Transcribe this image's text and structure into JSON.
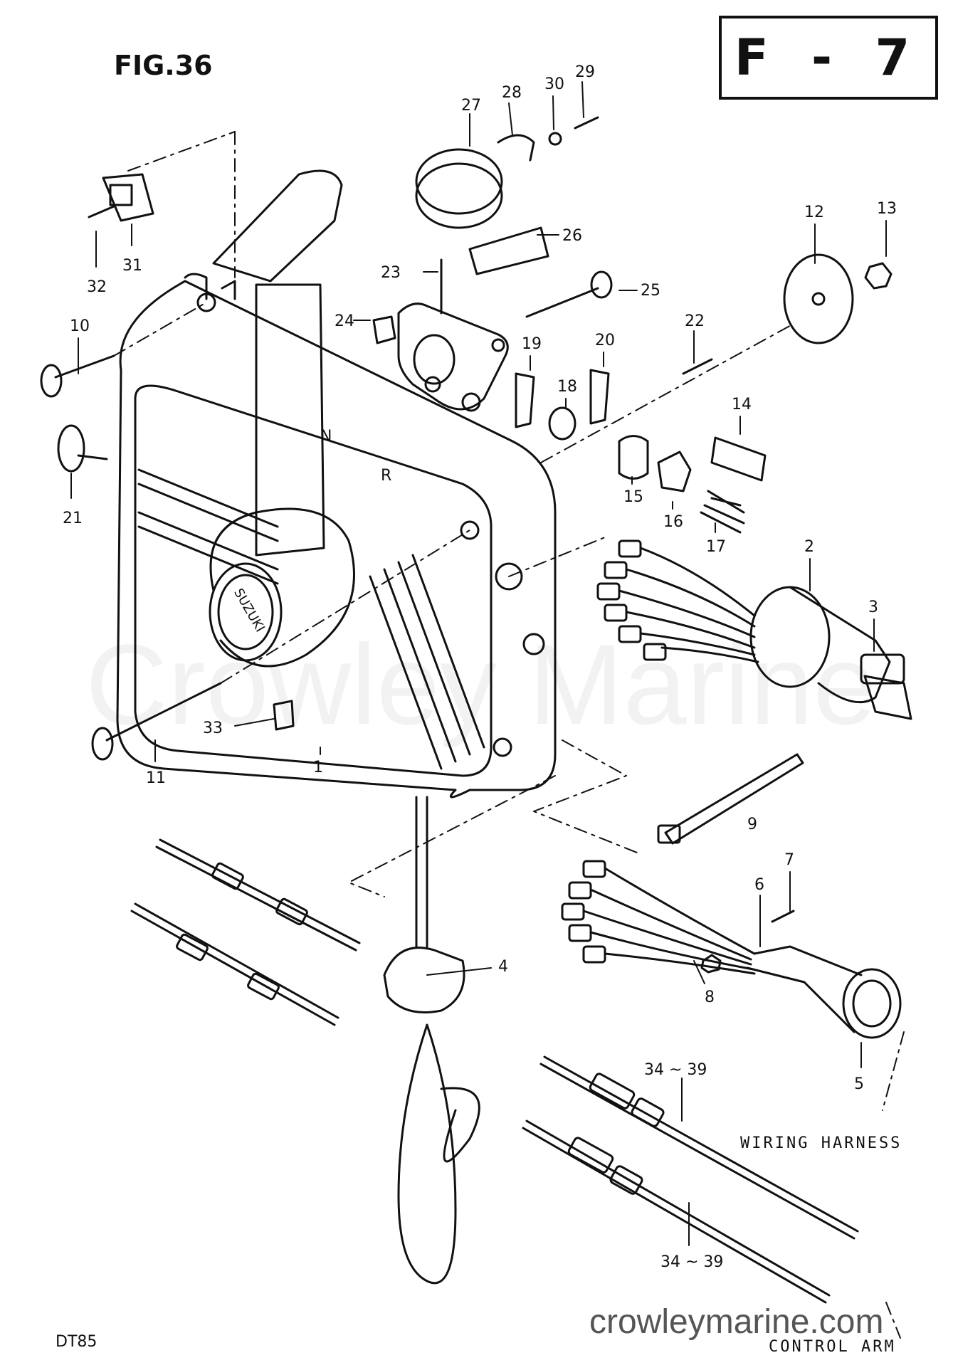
{
  "header": {
    "figure": "FIG.36",
    "section": "F - 7"
  },
  "footer": {
    "model": "DT85",
    "watermark_url": "crowleymarine.com",
    "watermark_text": "Crowley Marine"
  },
  "callouts": {
    "wiring_harness": "WIRING HARNESS",
    "control_arm": "CONTROL ARM"
  },
  "housing_marks": {
    "neutral": "N",
    "reverse": "R",
    "brand": "SUZUKI"
  },
  "parts": [
    {
      "id": "1",
      "text": "1"
    },
    {
      "id": "2",
      "text": "2"
    },
    {
      "id": "3",
      "text": "3"
    },
    {
      "id": "4",
      "text": "4"
    },
    {
      "id": "5",
      "text": "5"
    },
    {
      "id": "6",
      "text": "6"
    },
    {
      "id": "7",
      "text": "7"
    },
    {
      "id": "8",
      "text": "8"
    },
    {
      "id": "9",
      "text": "9"
    },
    {
      "id": "10",
      "text": "10"
    },
    {
      "id": "11",
      "text": "11"
    },
    {
      "id": "12",
      "text": "12"
    },
    {
      "id": "13",
      "text": "13"
    },
    {
      "id": "14",
      "text": "14"
    },
    {
      "id": "15",
      "text": "15"
    },
    {
      "id": "16",
      "text": "16"
    },
    {
      "id": "17",
      "text": "17"
    },
    {
      "id": "18",
      "text": "18"
    },
    {
      "id": "19",
      "text": "19"
    },
    {
      "id": "20",
      "text": "20"
    },
    {
      "id": "21",
      "text": "21"
    },
    {
      "id": "22",
      "text": "22"
    },
    {
      "id": "23",
      "text": "23"
    },
    {
      "id": "24",
      "text": "24"
    },
    {
      "id": "25",
      "text": "25"
    },
    {
      "id": "26",
      "text": "26"
    },
    {
      "id": "27",
      "text": "27"
    },
    {
      "id": "28",
      "text": "28"
    },
    {
      "id": "29",
      "text": "29"
    },
    {
      "id": "30",
      "text": "30"
    },
    {
      "id": "31",
      "text": "31"
    },
    {
      "id": "32",
      "text": "32"
    },
    {
      "id": "33",
      "text": "33"
    },
    {
      "id": "34a",
      "text": "34 ~ 39"
    },
    {
      "id": "34b",
      "text": "34 ~ 39"
    }
  ]
}
